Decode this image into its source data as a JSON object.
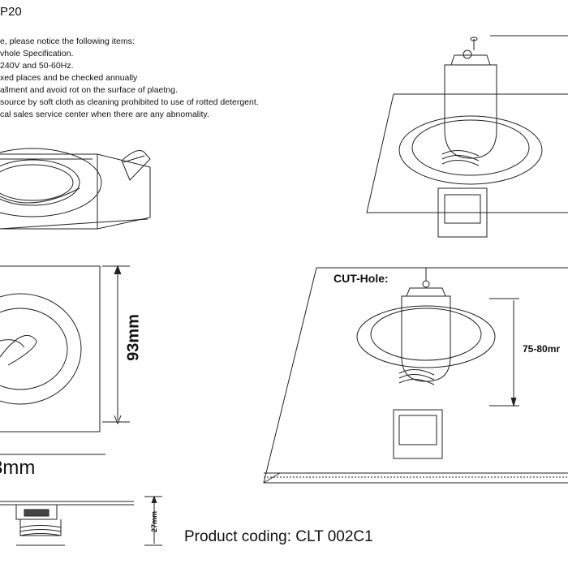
{
  "header": {
    "title": "P20",
    "notes": [
      "e, please notice the following items:",
      "vhole Specification.",
      "240V and 50-60Hz.",
      "xed places and be checked annually",
      "allment and avoid rot on the surface of plaetng.",
      "source by soft cloth as cleaning prohibited to use of rotted detergent.",
      "cal sales service center when there are any abnomality."
    ]
  },
  "dimensions": {
    "height_93": "93mm",
    "width_93": "3mm",
    "depth_27": "27mm",
    "cut_hole_label": "CUT-Hole:",
    "cut_hole_size": "75-80mr"
  },
  "footer": {
    "product_coding": "Product coding: CLT 002C1"
  }
}
